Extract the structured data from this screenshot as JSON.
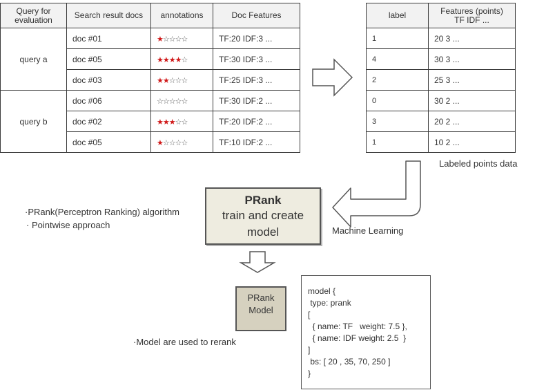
{
  "query_table": {
    "headers": [
      "Query for evaluation",
      "Search result docs",
      "annotations",
      "Doc Features"
    ],
    "groups": [
      {
        "query": "query a",
        "rows": [
          {
            "doc": "doc #01",
            "stars": 1,
            "features": "TF:20  IDF:3 ..."
          },
          {
            "doc": "doc #05",
            "stars": 4,
            "features": "TF:30  IDF:3 ..."
          },
          {
            "doc": "doc #03",
            "stars": 2,
            "features": "TF:25  IDF:3 ..."
          }
        ]
      },
      {
        "query": "query b",
        "rows": [
          {
            "doc": "doc #06",
            "stars": 0,
            "features": "TF:30  IDF:2 ..."
          },
          {
            "doc": "doc #02",
            "stars": 3,
            "features": "TF:20  IDF:2 ..."
          },
          {
            "doc": "doc #05",
            "stars": 1,
            "features": "TF:10  IDF:2 ..."
          }
        ]
      }
    ],
    "star_max": 5
  },
  "label_table": {
    "headers": [
      "label",
      "Features (points) TF IDF ..."
    ],
    "rows": [
      {
        "label": "1",
        "features": "20  3 ..."
      },
      {
        "label": "4",
        "features": "30  3 ..."
      },
      {
        "label": "2",
        "features": "25  3 ..."
      },
      {
        "label": "0",
        "features": "30  2 ..."
      },
      {
        "label": "3",
        "features": "20  2 ..."
      },
      {
        "label": "1",
        "features": "10  2 ..."
      }
    ]
  },
  "labeled_points_caption": "Labeled points data",
  "machine_learning_caption": "Machine Learning",
  "prank_box": {
    "title": "PRank",
    "line1": "train and create",
    "line2": "model"
  },
  "bullets": [
    "PRank(Perceptron  Ranking) algorithm",
    " Pointwise approach"
  ],
  "model_doc": {
    "line1": "PRank",
    "line2": "Model"
  },
  "model_note": "Model  are used to rerank",
  "model_code": [
    "model {",
    " type: prank",
    "[",
    "  { name: TF   weight: 7.5 },",
    "  { name: IDF weight: 2.5  }",
    "]",
    " bs: [ 20 , 35, 70, 250 ]",
    "}"
  ],
  "colors": {
    "star_on": "#d01818",
    "prank_fill": "#eeece0",
    "model_fill": "#d6d1bf"
  }
}
